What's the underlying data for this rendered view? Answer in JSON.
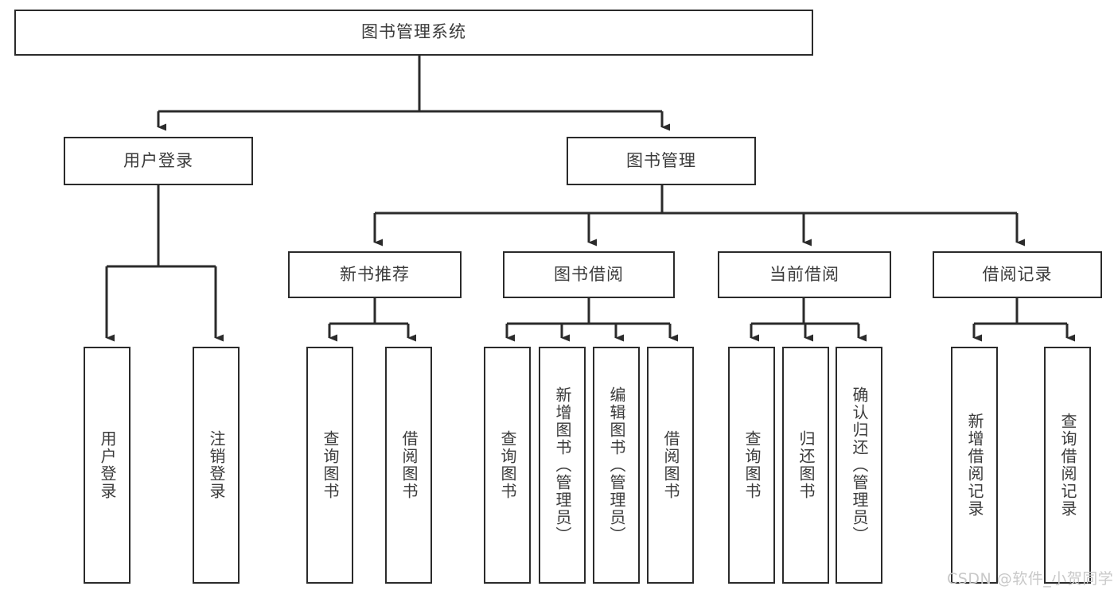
{
  "diagram": {
    "title": "图书管理系统",
    "type": "tree-hierarchy",
    "watermark": "CSDN @软件_小贺同学",
    "colors": {
      "border": "#2b2b2b",
      "text": "#3b3b3b",
      "background": "#ffffff",
      "edge": "#2b2b2b",
      "watermark": "#c9c9c9"
    },
    "nodes": {
      "root": "图书管理系统",
      "level1": {
        "user_login": "用户登录",
        "book_manage": "图书管理"
      },
      "level2": {
        "new_book_recommend": "新书推荐",
        "book_borrow": "图书借阅",
        "current_borrow": "当前借阅",
        "borrow_record": "借阅记录"
      },
      "leaves": {
        "user_login_0": "用户登录",
        "user_login_1": "注销登录",
        "new_book_0": "查询图书",
        "new_book_1": "借阅图书",
        "book_borrow_0": "查询图书",
        "book_borrow_1": "新增图书（管理员）",
        "book_borrow_2": "编辑图书（管理员）",
        "book_borrow_3": "借阅图书",
        "current_borrow_0": "查询图书",
        "current_borrow_1": "归还图书",
        "current_borrow_2": "确认归还（管理员）",
        "borrow_record_0": "新增借阅记录",
        "borrow_record_1": "查询借阅记录"
      }
    }
  }
}
